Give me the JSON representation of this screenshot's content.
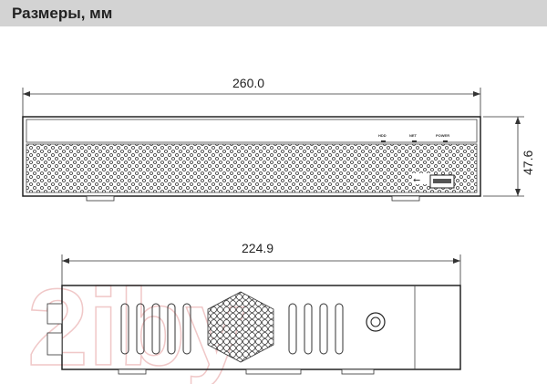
{
  "header": {
    "title": "Размеры, мм"
  },
  "front_view": {
    "width_label": "260.0",
    "height_label": "47.6",
    "indicators": [
      "HDD",
      "NET",
      "POWER"
    ]
  },
  "side_view": {
    "length_label": "224.9"
  },
  "watermark": "2iby"
}
